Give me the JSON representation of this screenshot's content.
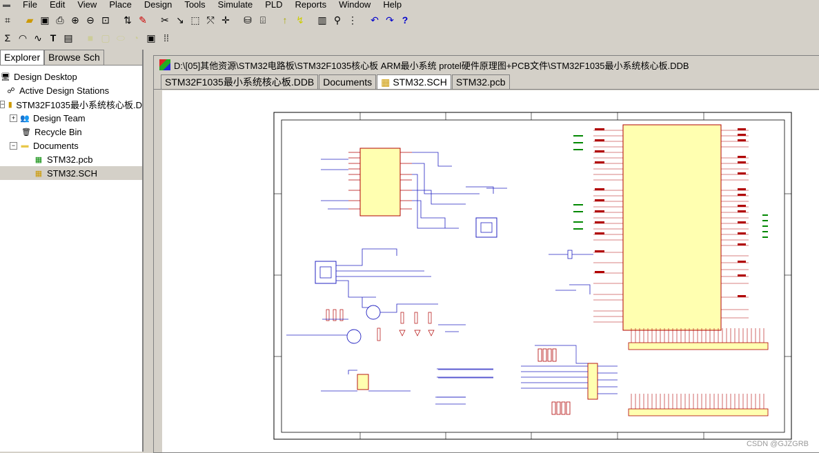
{
  "menu": [
    "File",
    "Edit",
    "View",
    "Place",
    "Design",
    "Tools",
    "Simulate",
    "PLD",
    "Reports",
    "Window",
    "Help"
  ],
  "toolbar_icons_row1": [
    "tree-icon",
    "open-icon",
    "save-icon",
    "print-icon",
    "zoom-in-icon",
    "zoom-out-icon",
    "zoom-fit-icon",
    "up-down-icon",
    "pencil-icon",
    "cut-icon",
    "wire-icon",
    "select-rect-icon",
    "move-icon",
    "move-cross-icon",
    "library-icon",
    "component-icon",
    "probe-icon",
    "cross-probe-icon",
    "browse-icon",
    "pin-icon",
    "hierarchy-icon",
    "undo-icon",
    "redo-icon",
    "help-icon"
  ],
  "toolbar_icons_row2": [
    "sigma-icon",
    "arc-icon",
    "curve-icon",
    "text-icon",
    "textframe-icon",
    "rectangle-icon",
    "roundrect-icon",
    "ellipse-icon",
    "pie-icon",
    "image-icon",
    "array-icon"
  ],
  "left_tabs": [
    "Explorer",
    "Browse Sch"
  ],
  "tree": {
    "desktop": "Design Desktop",
    "stations": "Active Design Stations",
    "db": "STM32F1035最小系统核心板.D",
    "team": "Design Team",
    "recycle": "Recycle Bin",
    "documents": "Documents",
    "pcb": "STM32.pcb",
    "sch": "STM32.SCH"
  },
  "window_title": "D:\\[05]其他资源\\STM32电路板\\STM32F1035核心板 ARM最小系统 protel硬件原理图+PCB文件\\STM32F1035最小系统核心板.DDB",
  "doc_tabs": [
    "STM32F1035最小系统核心板.DDB",
    "Documents",
    "STM32.SCH",
    "STM32.pcb"
  ],
  "colors": {
    "accent_schematic_red": "#b00000",
    "chip_fill": "#ffffb0",
    "wire_blue": "#2020c0"
  },
  "watermark": "CSDN @GJZGRB"
}
